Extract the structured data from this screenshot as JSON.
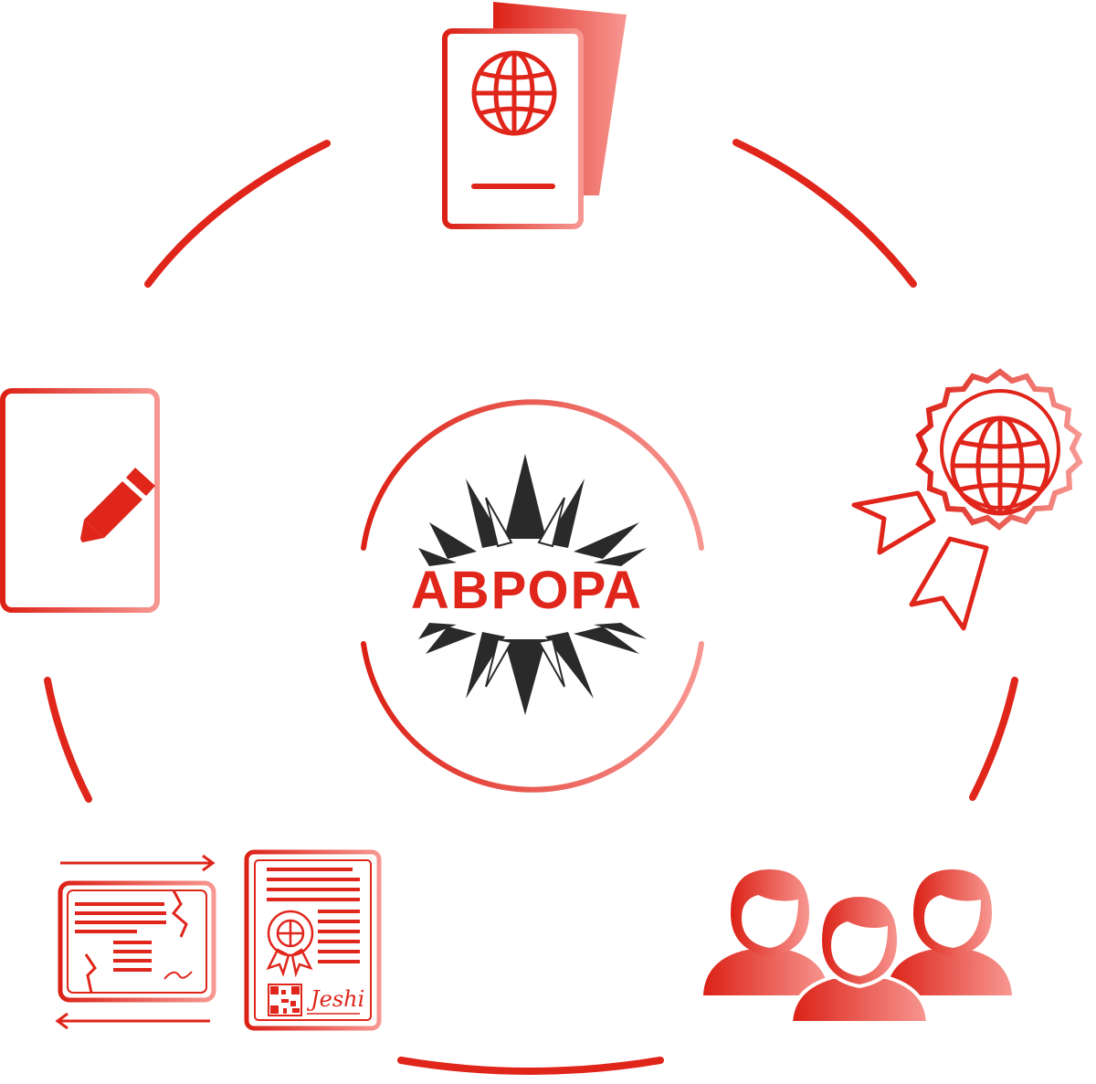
{
  "brand": {
    "name": "АВРОРА",
    "logo": "aurora-star-logo"
  },
  "colors": {
    "red": "#e0251b",
    "light_red": "#f5807a",
    "dark": "#2a2a2a",
    "background": "#ffffff"
  },
  "nodes": [
    {
      "id": "passport",
      "icon": "passport-icon"
    },
    {
      "id": "award",
      "icon": "award-rosette-icon"
    },
    {
      "id": "people",
      "icon": "people-group-icon"
    },
    {
      "id": "document-exchange",
      "icon": "document-exchange-icon"
    },
    {
      "id": "edit-document",
      "icon": "edit-document-icon"
    }
  ],
  "signature_text": "Jeshi"
}
